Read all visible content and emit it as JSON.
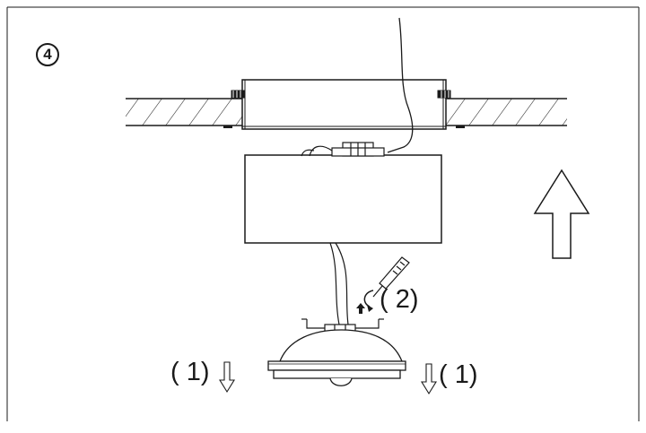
{
  "step_badge": "4",
  "callouts": {
    "screw_release": "( 2)",
    "clip_left": "( 1)",
    "clip_right": "( 1)"
  },
  "icons": {
    "install_direction": "up-arrow-icon",
    "clip_left": "down-arrow-icon",
    "clip_right": "down-arrow-icon",
    "tool": "screwdriver-icon"
  },
  "colors": {
    "line": "#1a1a1a",
    "background": "#ffffff"
  }
}
